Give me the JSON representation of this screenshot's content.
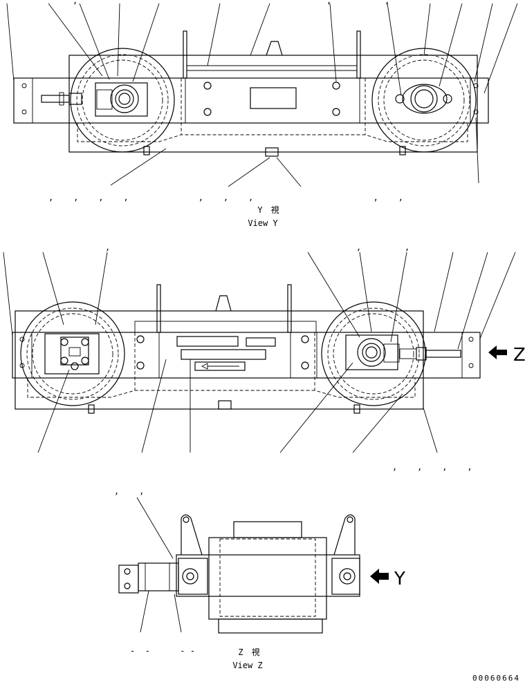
{
  "views": {
    "view_y": {
      "title_jp": "Y　視",
      "title_en": "View Y"
    },
    "view_z": {
      "title_jp": "Z　視",
      "title_en": "View Z"
    }
  },
  "arrows": {
    "to_z": {
      "letter": "Z"
    },
    "to_y": {
      "letter": "Y"
    }
  },
  "drawing_number": "00060664",
  "view_y_bottom_marks": ",    ,    ,    ,              ,    ,    ,                        ,    ,",
  "view_middle_bottom_marks": ",    ,    ,    ,",
  "view_middle_top_marks": {
    "left": ",",
    "right_a": ",",
    "right_b": ","
  },
  "view_y_top_marks": {
    "a": ",",
    "b": ",",
    "c": ","
  },
  "view_z_top_marks": ",    ,",
  "view_z_bottom_marks": "-  -      - -"
}
